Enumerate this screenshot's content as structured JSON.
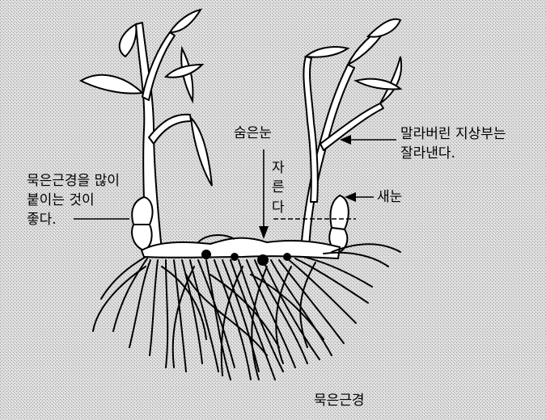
{
  "labels": {
    "hidden_bud": "숨은눈",
    "cut_chars": [
      "자",
      "른",
      "다"
    ],
    "dried_top_line1": "말라버린 지상부는",
    "dried_top_line2": "잘라낸다.",
    "new_bud": "새눈",
    "old_rhizome_note_line1": "묵은근경을 많이",
    "old_rhizome_note_line2": "붙이는 것이",
    "old_rhizome_note_line3": "좋다.",
    "old_rhizome": "묵은근경"
  },
  "colors": {
    "background_stipple": "#d2d2d2",
    "ink": "#000000",
    "paper": "#ffffff"
  }
}
